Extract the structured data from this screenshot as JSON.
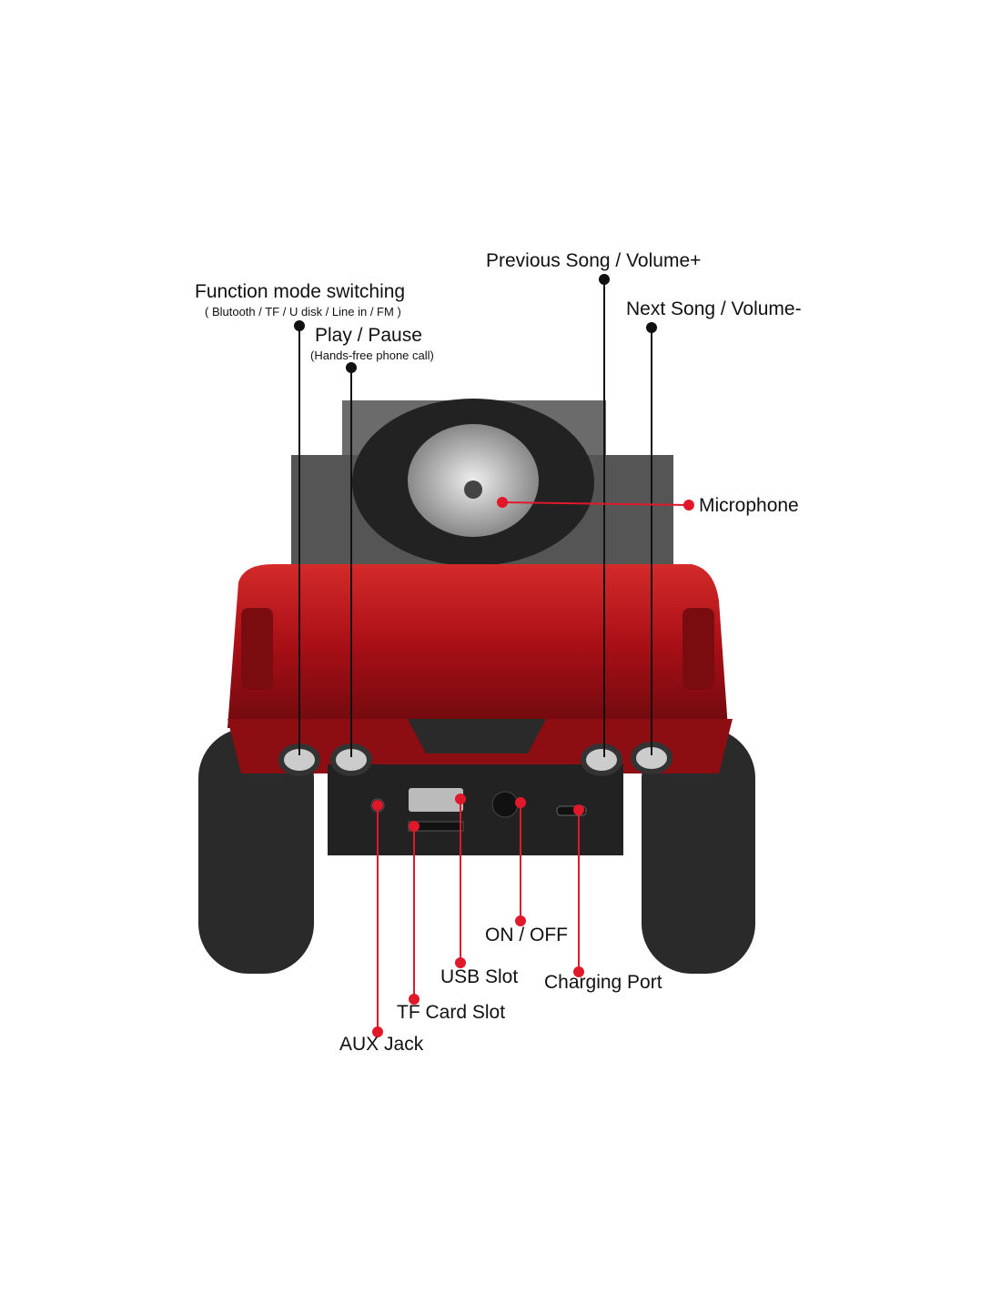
{
  "callouts": {
    "function_mode": {
      "label": "Function mode switching",
      "sub": "( Blutooth / TF / U disk / Line in / FM )"
    },
    "play_pause": {
      "label": "Play / Pause",
      "sub": "(Hands-free phone call)"
    },
    "previous_song": {
      "label": "Previous Song / Volume+"
    },
    "next_song": {
      "label": "Next Song / Volume-"
    },
    "microphone": {
      "label": "Microphone"
    },
    "on_off": {
      "label": "ON / OFF"
    },
    "usb_slot": {
      "label": "USB Slot"
    },
    "charging_port": {
      "label": "Charging Port"
    },
    "tf_card_slot": {
      "label": "TF Card Slot"
    },
    "aux_jack": {
      "label": "AUX Jack"
    }
  },
  "colors": {
    "truck_red": "#b8121a",
    "callout_red": "#e0182a",
    "callout_black": "#111111"
  }
}
